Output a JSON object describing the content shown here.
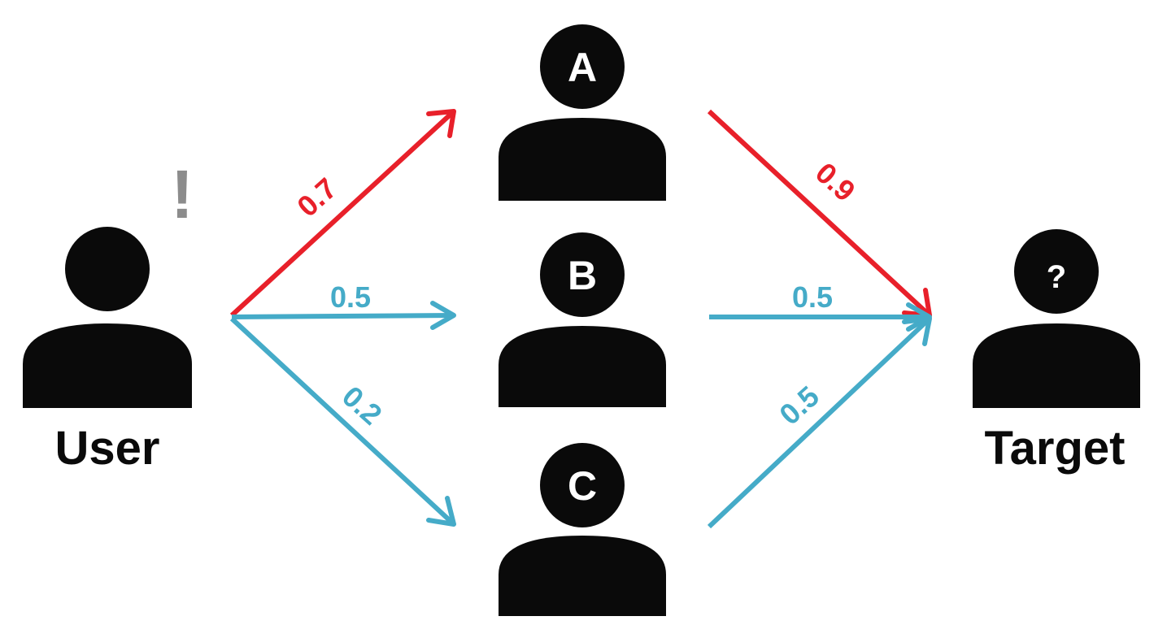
{
  "colors": {
    "person": "#0a0a0a",
    "highlight": "#e8202a",
    "normal": "#45abc8",
    "mark": "#8c8c8c"
  },
  "nodes": {
    "user": {
      "label": "User",
      "icon": "person-icon"
    },
    "a": {
      "letter": "A",
      "icon": "person-icon"
    },
    "b": {
      "letter": "B",
      "icon": "person-icon"
    },
    "c": {
      "letter": "C",
      "icon": "person-icon"
    },
    "target": {
      "letter": "?",
      "label": "Target",
      "icon": "person-icon"
    }
  },
  "user_mark": "!",
  "edges": {
    "user_a": {
      "weight": "0.7",
      "style": "highlight"
    },
    "user_b": {
      "weight": "0.5",
      "style": "normal"
    },
    "user_c": {
      "weight": "0.2",
      "style": "normal"
    },
    "a_target": {
      "weight": "0.9",
      "style": "highlight"
    },
    "b_target": {
      "weight": "0.5",
      "style": "normal"
    },
    "c_target": {
      "weight": "0.5",
      "style": "normal"
    }
  }
}
